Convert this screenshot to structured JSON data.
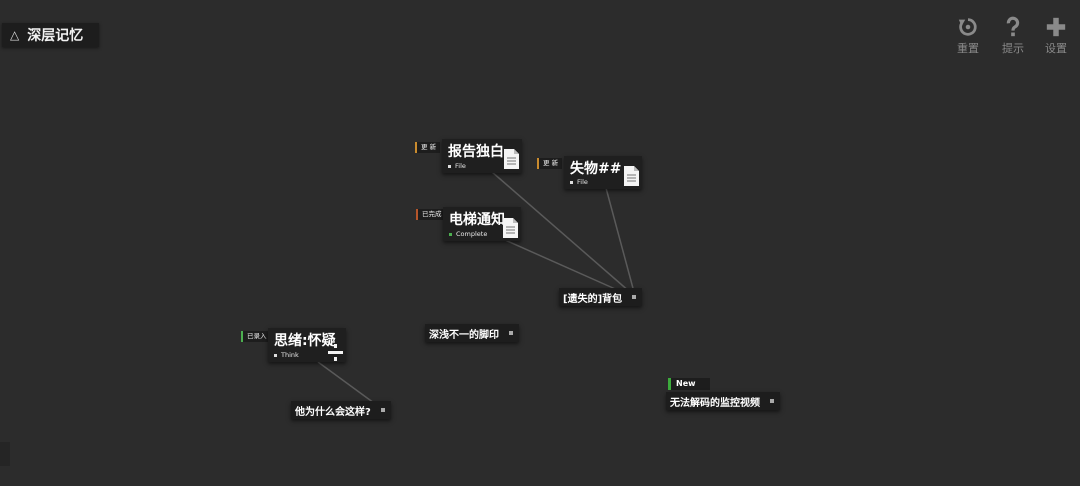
{
  "header": {
    "title": "深层记忆",
    "toggle_glyph": "△"
  },
  "toolbar": [
    {
      "label": "重置",
      "icon": "reset-icon"
    },
    {
      "label": "提示",
      "icon": "question-icon"
    },
    {
      "label": "设置",
      "icon": "plus-icon"
    }
  ],
  "cards": {
    "report": {
      "tag": "更 新",
      "name": "报告独白",
      "sub": "File",
      "icon": "document-icon"
    },
    "lost": {
      "tag": "更 新",
      "name": "失物##",
      "sub": "File",
      "icon": "document-icon"
    },
    "elevator": {
      "tag": "已完成",
      "name": "电梯通知",
      "sub": "Complete",
      "icon": "document-icon"
    },
    "thought": {
      "tag": "已录入",
      "name": "思绪:怀疑",
      "sub": "Think",
      "icon": "divide-icon"
    }
  },
  "pills": {
    "backpack": "[遗失的]背包",
    "footprints": "深浅不一的脚印",
    "why": "他为什么会这样?",
    "video": "无法解码的监控视频"
  },
  "new_badge": "New",
  "colors": {
    "background": "#2c2c2c",
    "card": "#1f1f1f",
    "new_accent": "#3cab3c",
    "update_accent": "#c98b2e",
    "complete_accent": "#b5552a"
  }
}
